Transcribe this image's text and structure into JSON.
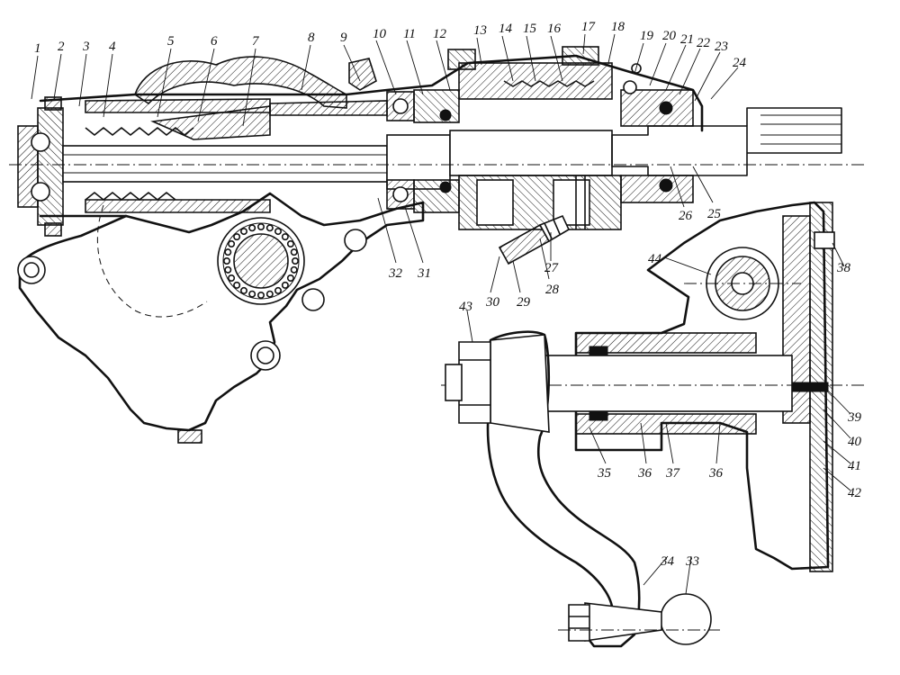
{
  "figure": {
    "callouts_top": [
      "1",
      "2",
      "3",
      "4",
      "5",
      "6",
      "7",
      "8",
      "9",
      "10",
      "11",
      "12",
      "13",
      "14",
      "15",
      "16",
      "17",
      "18",
      "19",
      "20",
      "21",
      "22",
      "23",
      "24"
    ],
    "callouts_housing": [
      "25",
      "26",
      "27",
      "28",
      "29",
      "30",
      "31",
      "32"
    ],
    "callouts_arm": [
      "33",
      "34",
      "35",
      "36",
      "37",
      "36",
      "38",
      "39",
      "40",
      "41",
      "42",
      "43",
      "44"
    ]
  }
}
